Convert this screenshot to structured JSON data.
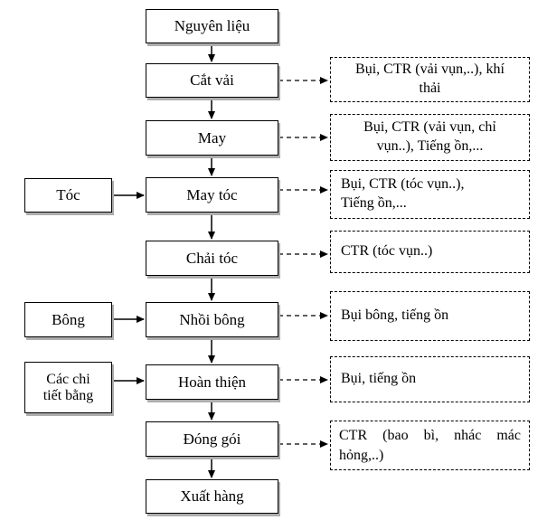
{
  "diagram": {
    "process_steps": [
      {
        "label": "Nguyên liệu"
      },
      {
        "label": "Cắt vải"
      },
      {
        "label": "May"
      },
      {
        "label": "May tóc"
      },
      {
        "label": "Chải tóc"
      },
      {
        "label": "Nhồi bông"
      },
      {
        "label": "Hoàn thiện"
      },
      {
        "label": "Đóng gói"
      },
      {
        "label": "Xuất hàng"
      }
    ],
    "inputs": [
      {
        "lines": [
          "Tóc"
        ],
        "target": "May tóc"
      },
      {
        "lines": [
          "Bông"
        ],
        "target": "Nhồi bông"
      },
      {
        "lines": [
          "Các chi",
          "tiết bằng"
        ],
        "target": "Hoàn thiện"
      }
    ],
    "emissions": [
      {
        "lines": [
          "Bụi, CTR (vải vụn,..), khí",
          "thải"
        ],
        "source": "Cắt vải"
      },
      {
        "lines": [
          "Bụi, CTR (vải vụn, chỉ",
          "vụn..), Tiếng ồn,..."
        ],
        "source": "May"
      },
      {
        "lines": [
          "Bụi, CTR (tóc vụn..),",
          "Tiếng ồn,..."
        ],
        "source": "May tóc"
      },
      {
        "lines": [
          "CTR (tóc vụn..)"
        ],
        "source": "Chải tóc"
      },
      {
        "lines": [
          "Bụi bông, tiếng ồn"
        ],
        "source": "Nhồi bông"
      },
      {
        "lines": [
          "Bụi, tiếng ồn"
        ],
        "source": "Hoàn thiện"
      },
      {
        "lines": [
          "CTR (bao bì, nhác mác hỏng,..)"
        ],
        "source": "Đóng gói"
      }
    ],
    "colors": {
      "box_border": "#000000",
      "box_shadow": "#adadad",
      "background": "#ffffff",
      "text": "#000000"
    }
  }
}
